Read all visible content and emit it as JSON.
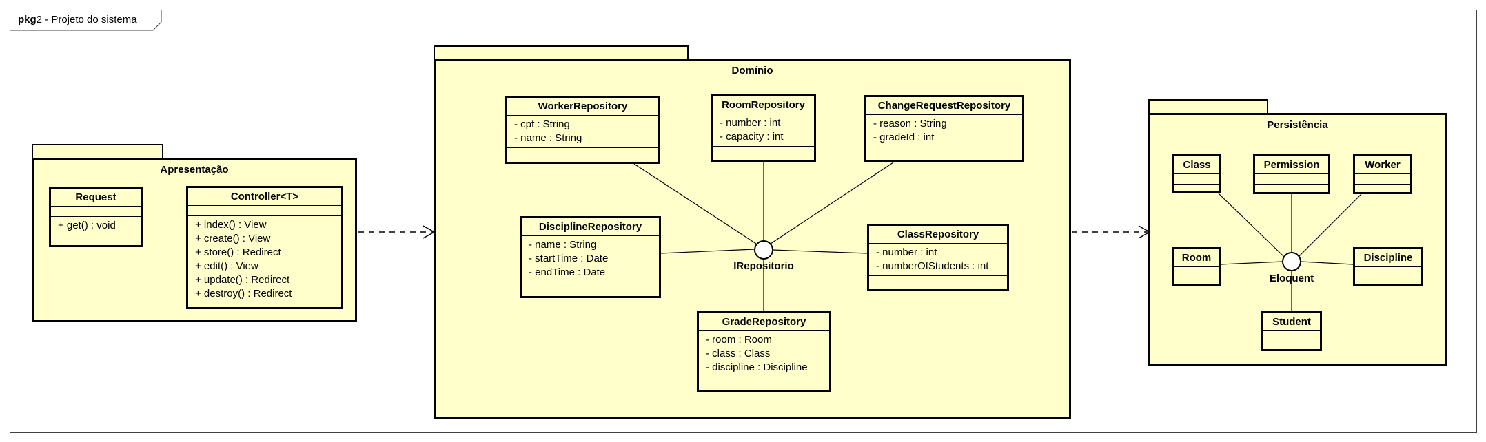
{
  "frame": {
    "keyword": "pkg",
    "label": "2 - Projeto do sistema"
  },
  "packages": {
    "apresentacao": {
      "title": "Apresentação",
      "request": {
        "name": "Request",
        "operations": [
          "+ get() : void"
        ]
      },
      "controller": {
        "name": "Controller<T>",
        "operations": [
          "+ index() : View",
          "+ create() : View",
          "+ store() : Redirect",
          "+ edit() : View",
          "+ update() : Redirect",
          "+ destroy() : Redirect"
        ]
      }
    },
    "dominio": {
      "title": "Domínio",
      "interface_label": "IRepositorio",
      "worker": {
        "name": "WorkerRepository",
        "attributes": [
          "- cpf : String",
          "- name : String"
        ]
      },
      "room": {
        "name": "RoomRepository",
        "attributes": [
          "- number : int",
          "- capacity : int"
        ]
      },
      "change": {
        "name": "ChangeRequestRepository",
        "attributes": [
          "- reason : String",
          "- gradeId : int"
        ]
      },
      "discipline": {
        "name": "DisciplineRepository",
        "attributes": [
          "- name : String",
          "- startTime : Date",
          "- endTime : Date"
        ]
      },
      "class": {
        "name": "ClassRepository",
        "attributes": [
          "- number : int",
          "- numberOfStudents : int"
        ]
      },
      "grade": {
        "name": "GradeRepository",
        "attributes": [
          "- room : Room",
          "- class : Class",
          "- discipline : Discipline"
        ]
      }
    },
    "persistencia": {
      "title": "Persistência",
      "interface_label": "Eloquent",
      "class": {
        "name": "Class"
      },
      "permission": {
        "name": "Permission"
      },
      "worker": {
        "name": "Worker"
      },
      "room": {
        "name": "Room"
      },
      "discipline": {
        "name": "Discipline"
      },
      "student": {
        "name": "Student"
      }
    }
  }
}
